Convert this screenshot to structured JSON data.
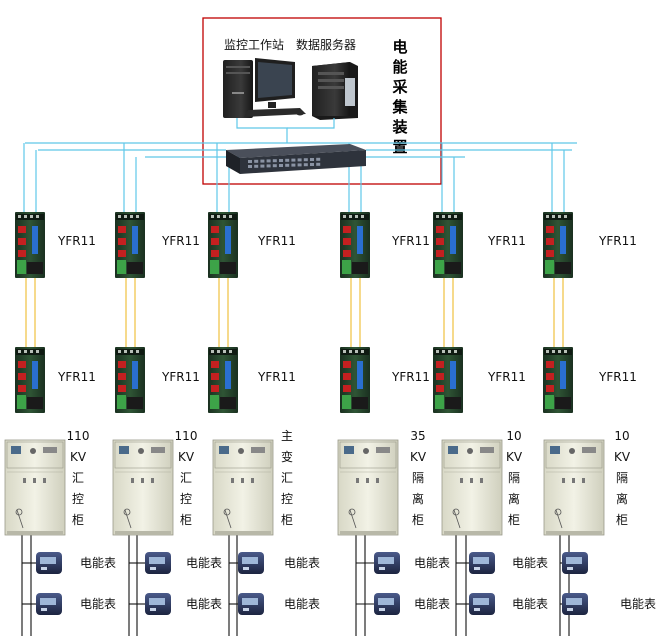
{
  "system_box": {
    "workstation_label": "监控工作站",
    "server_label": "数据服务器",
    "title": "电能采集装置"
  },
  "converter_label": "YFR11",
  "columns": [
    {
      "cabinet": [
        "110",
        "KV",
        "汇",
        "控",
        "柜"
      ]
    },
    {
      "cabinet": [
        "110",
        "KV",
        "汇",
        "控",
        "柜"
      ]
    },
    {
      "cabinet": [
        "主",
        "变",
        "汇",
        "控",
        "柜"
      ]
    },
    {
      "cabinet": [
        "35",
        "KV",
        "隔",
        "离",
        "柜"
      ]
    },
    {
      "cabinet": [
        "10",
        "KV",
        "隔",
        "离",
        "柜"
      ]
    },
    {
      "cabinet": [
        "10",
        "KV",
        "隔",
        "离",
        "柜"
      ]
    }
  ],
  "meter_label": "电能表",
  "meter_labels_shown": [
    [
      true,
      true
    ],
    [
      true,
      true
    ],
    [
      true,
      true
    ],
    [
      true,
      true
    ],
    [
      true,
      true
    ],
    [
      false,
      true
    ]
  ],
  "colors": {
    "frame_red": "#c00000",
    "ethernet_cyan": "#5fc8e8",
    "fiber_yellow": "#f0c040",
    "bus_black": "#111111"
  }
}
